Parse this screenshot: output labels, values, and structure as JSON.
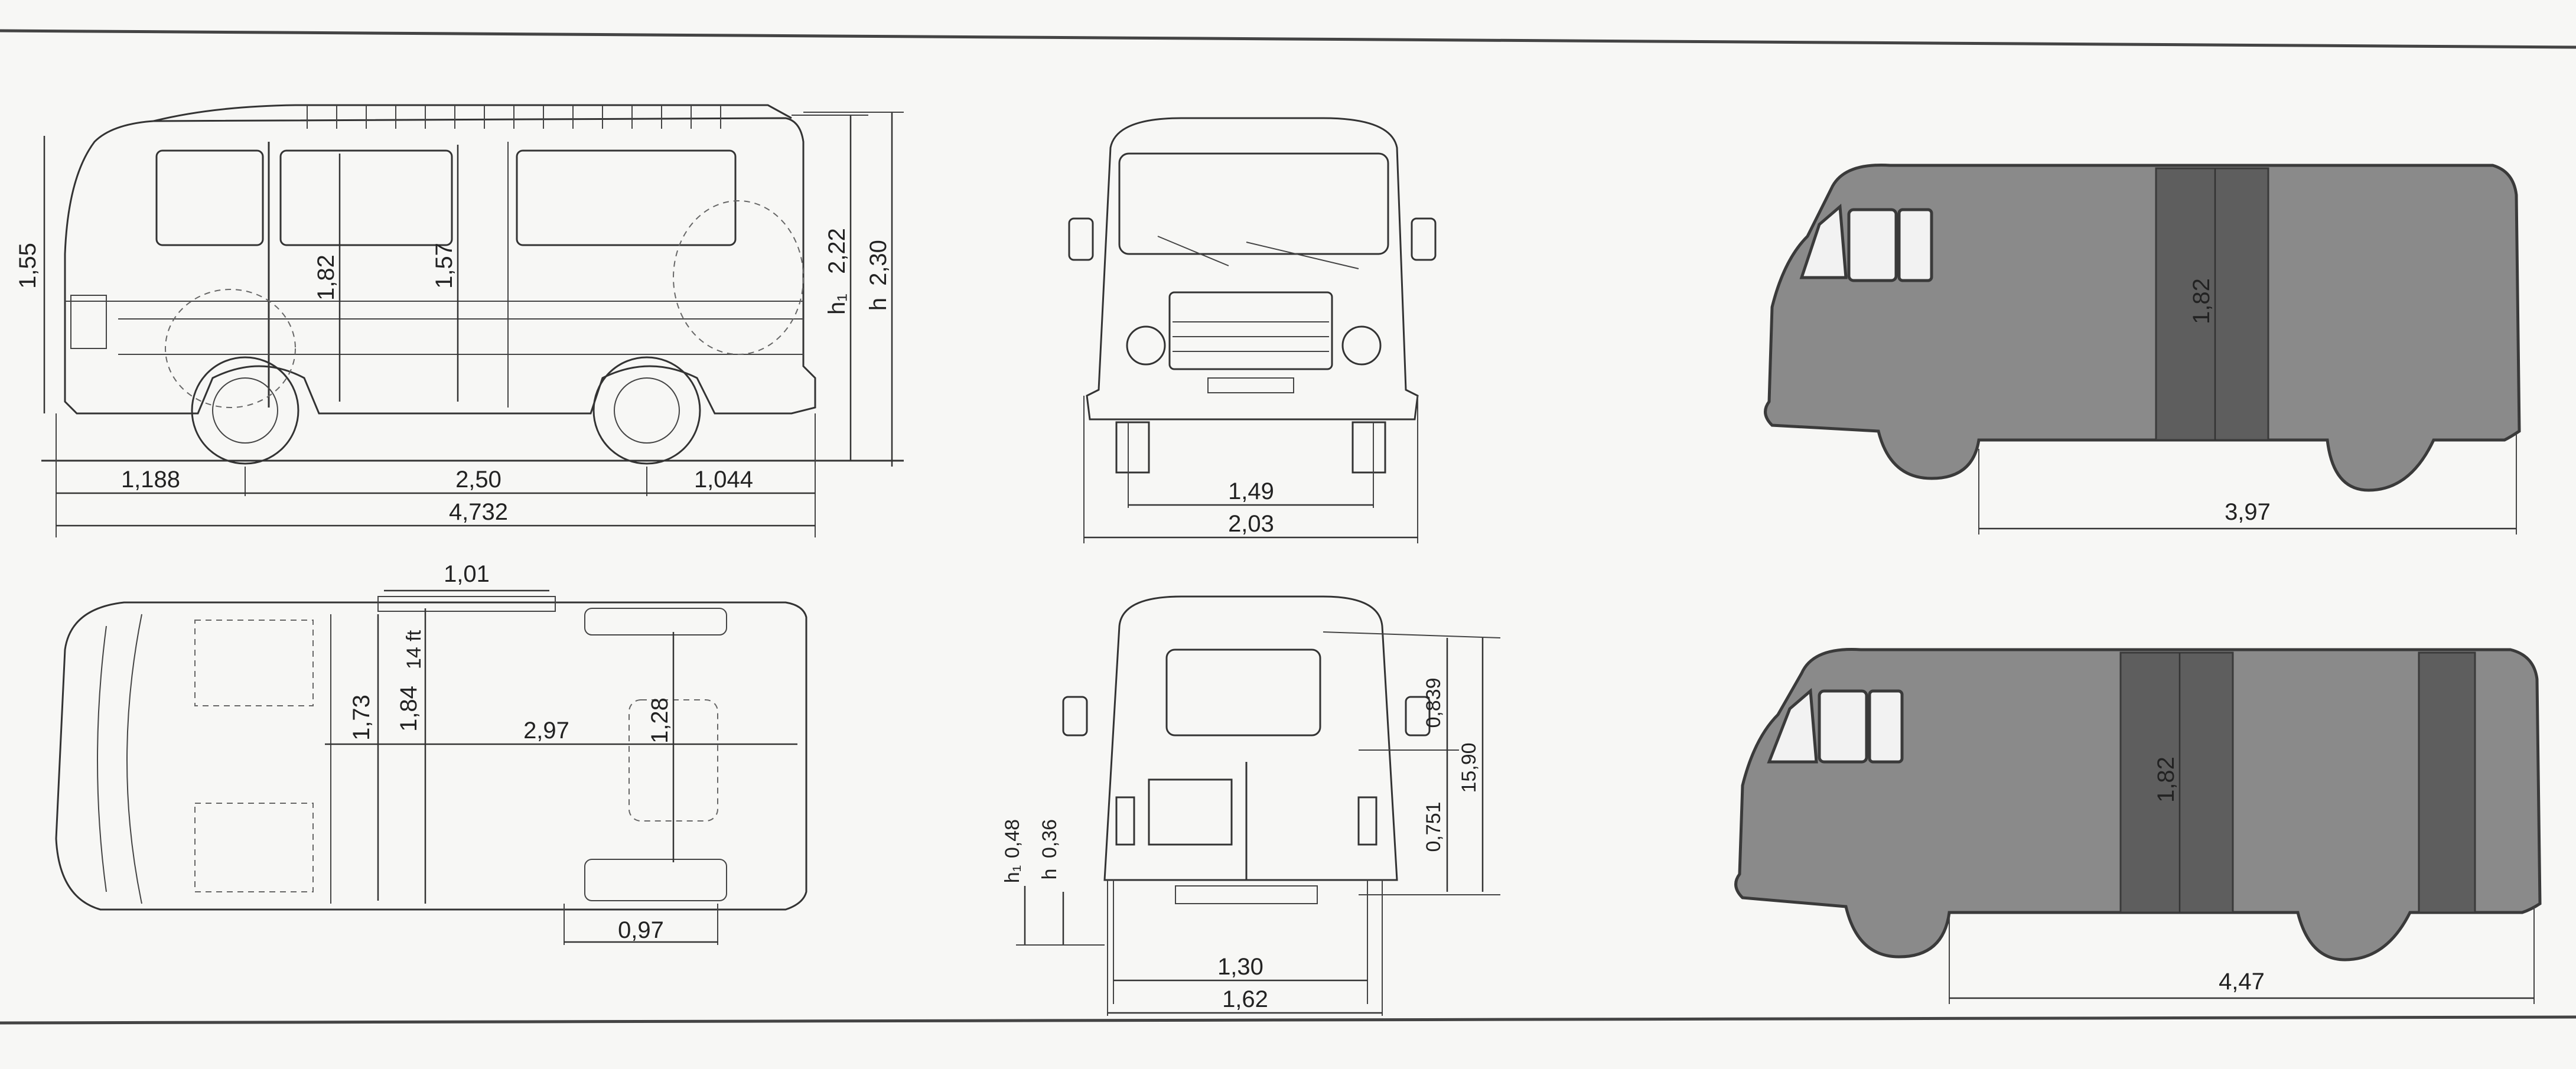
{
  "side_view": {
    "overall_length": "4,732",
    "front_overhang": "1,188",
    "wheelbase": "2,50",
    "rear_overhang": "1,044",
    "floor_height": "1,55",
    "interior_height_front": "1,82",
    "interior_height_rear": "1,57",
    "h1_label": "h₁",
    "h1_height": "2,22",
    "h_label": "h",
    "h_height": "2,30"
  },
  "front_view": {
    "track": "1,49",
    "overall_width": "2,03"
  },
  "plan_view": {
    "side_door_width": "1,01",
    "interior_width": "1,73",
    "width_14ft": "1,84",
    "width_14ft_suffix": "14 ft",
    "cargo_length": "2,97",
    "rear_wheel_arch_gap": "1,28",
    "rear_door_width": "0,97"
  },
  "rear_view": {
    "upper_height": "0,839",
    "lower_height": "0,751",
    "total_height": "15,90",
    "h1_label": "h₁",
    "h1_step": "0,48",
    "h_label": "h",
    "h_step": "0,36",
    "door_opening": "1,30",
    "width": "1,62"
  },
  "silhouette_short": {
    "cargo_length": "3,97",
    "cargo_height": "1,82"
  },
  "silhouette_long": {
    "cargo_length": "4,47",
    "cargo_height": "1,82"
  }
}
